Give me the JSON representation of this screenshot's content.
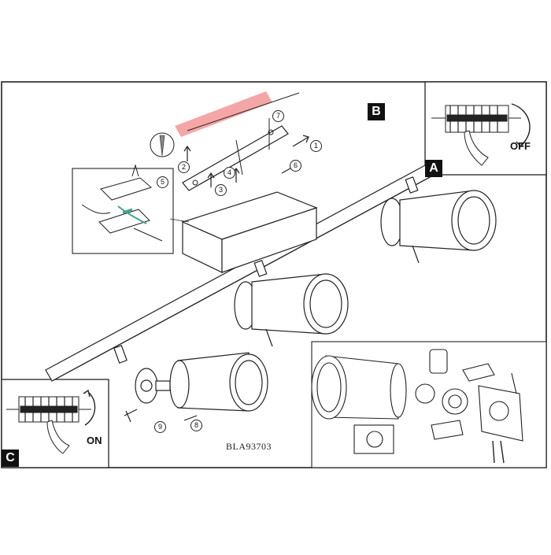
{
  "labels": {
    "panel_a": "A",
    "panel_b": "B",
    "panel_c": "C",
    "off": "OFF",
    "on": "ON",
    "model": "BLA93703"
  },
  "steps": [
    "1",
    "2",
    "3",
    "4",
    "5",
    "6",
    "7",
    "8",
    "9"
  ],
  "colors": {
    "line": "#222222",
    "accent_bar": "#f4a6a6",
    "wire_accent": "#3aa58a"
  }
}
